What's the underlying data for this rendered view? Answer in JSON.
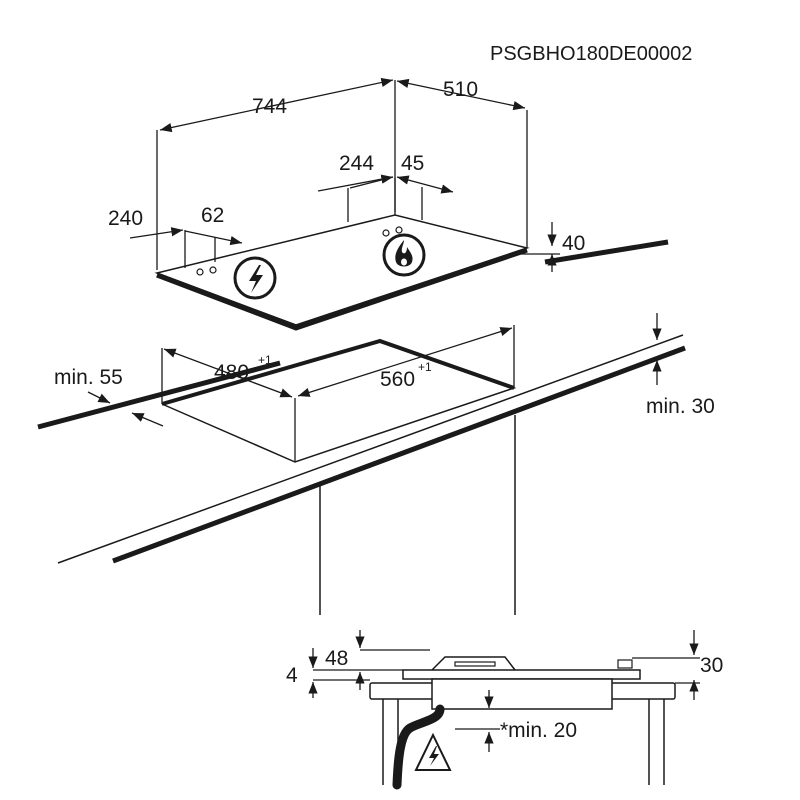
{
  "drawing_code": "PSGBHO180DE00002",
  "dims": {
    "width": "744",
    "depth": "510",
    "burner_offset": "244",
    "burner_gap": "45",
    "left_offset": "240",
    "left_gap": "62",
    "height": "40",
    "cutout_depth": "480",
    "cutout_depth_tol": "+1",
    "cutout_width": "560",
    "cutout_width_tol": "+1",
    "min_front": "min. 55",
    "min_top": "min. 30",
    "thickness_left": "4",
    "thickness_48": "48",
    "right_30": "30",
    "min_below": "*min. 20"
  },
  "icons": [
    "electric-warning-icon",
    "gas-flame-icon",
    "electric-warning-icon"
  ]
}
